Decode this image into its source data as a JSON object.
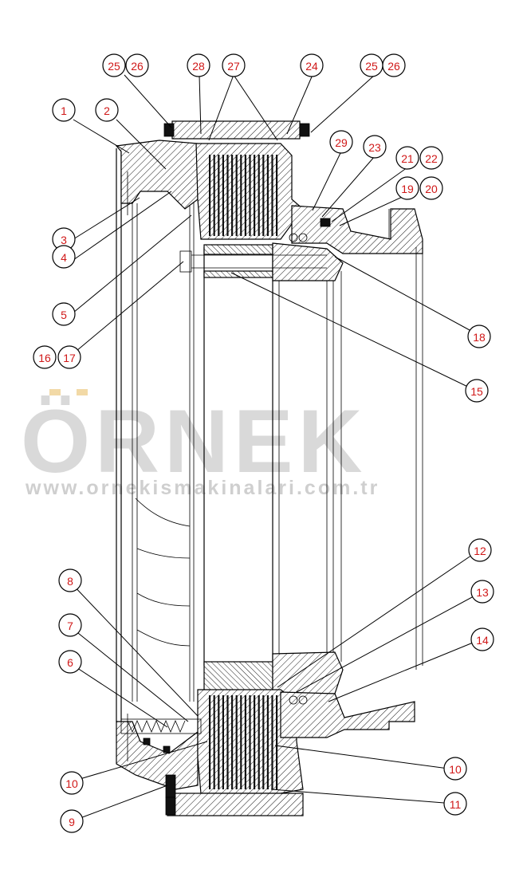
{
  "watermark": {
    "brand": "ÖRNEK",
    "website": "www.ornekismakinalari.com.tr",
    "accent_color": "#f2d9a6"
  },
  "callouts": [
    {
      "id": "c25a",
      "label": "25"
    },
    {
      "id": "c26a",
      "label": "26"
    },
    {
      "id": "c28",
      "label": "28"
    },
    {
      "id": "c27",
      "label": "27"
    },
    {
      "id": "c24",
      "label": "24"
    },
    {
      "id": "c25b",
      "label": "25"
    },
    {
      "id": "c26b",
      "label": "26"
    },
    {
      "id": "c1",
      "label": "1"
    },
    {
      "id": "c2",
      "label": "2"
    },
    {
      "id": "c29",
      "label": "29"
    },
    {
      "id": "c23",
      "label": "23"
    },
    {
      "id": "c21",
      "label": "21"
    },
    {
      "id": "c22",
      "label": "22"
    },
    {
      "id": "c19",
      "label": "19"
    },
    {
      "id": "c20",
      "label": "20"
    },
    {
      "id": "c3",
      "label": "3"
    },
    {
      "id": "c4",
      "label": "4"
    },
    {
      "id": "c5",
      "label": "5"
    },
    {
      "id": "c18",
      "label": "18"
    },
    {
      "id": "c16",
      "label": "16"
    },
    {
      "id": "c17",
      "label": "17"
    },
    {
      "id": "c15",
      "label": "15"
    },
    {
      "id": "c12",
      "label": "12"
    },
    {
      "id": "c8",
      "label": "8"
    },
    {
      "id": "c13",
      "label": "13"
    },
    {
      "id": "c7",
      "label": "7"
    },
    {
      "id": "c14",
      "label": "14"
    },
    {
      "id": "c6",
      "label": "6"
    },
    {
      "id": "c10a",
      "label": "10"
    },
    {
      "id": "c10b",
      "label": "10"
    },
    {
      "id": "c11",
      "label": "11"
    },
    {
      "id": "c9",
      "label": "9"
    }
  ],
  "colors": {
    "label_text": "#d01818",
    "line": "#000000"
  }
}
